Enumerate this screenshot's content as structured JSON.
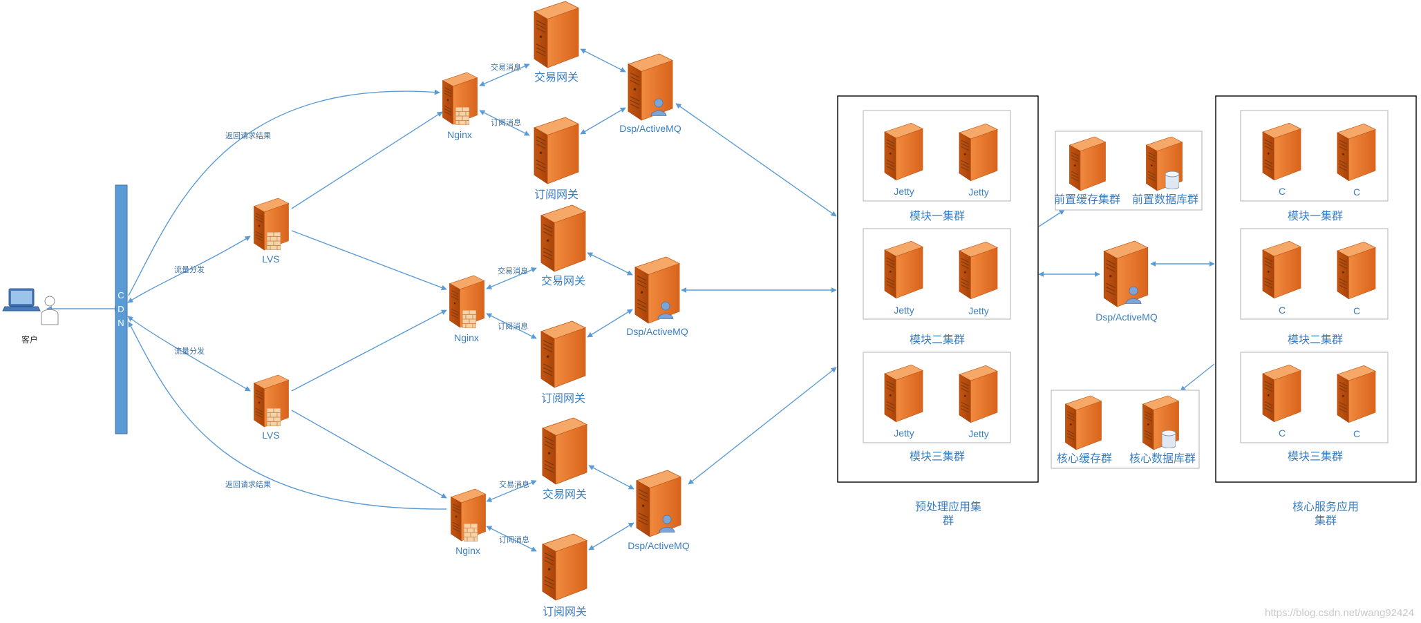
{
  "client": {
    "label": "客户",
    "icon": "laptop-user-icon"
  },
  "cdn": {
    "letters": [
      "C",
      "D",
      "N"
    ],
    "color": "#5b9bd5"
  },
  "edges": {
    "return_result": "返回请求结果",
    "traffic_split": "流量分发",
    "trade_msg": "交易消息",
    "sub_msg": "订阅消息"
  },
  "lvs": [
    "LVS",
    "LVS"
  ],
  "nginx": [
    "Nginx",
    "Nginx",
    "Nginx"
  ],
  "groups": [
    {
      "trade_gateway": "交易网关",
      "sub_gateway": "订阅网关",
      "mq": "Dsp/ActiveMQ"
    },
    {
      "trade_gateway": "交易网关",
      "sub_gateway": "订阅网关",
      "mq": "Dsp/ActiveMQ"
    },
    {
      "trade_gateway": "交易网关",
      "sub_gateway": "订阅网关",
      "mq": "Dsp/ActiveMQ"
    }
  ],
  "preprocess": {
    "title": "预处理应用集群",
    "clusters": [
      {
        "name": "模块一集群",
        "nodes": [
          "Jetty",
          "Jetty"
        ]
      },
      {
        "name": "模块二集群",
        "nodes": [
          "Jetty",
          "Jetty"
        ]
      },
      {
        "name": "模块三集群",
        "nodes": [
          "Jetty",
          "Jetty"
        ]
      }
    ]
  },
  "front_storage": {
    "cache": "前置缓存集群",
    "db": "前置数据库群"
  },
  "middle_mq": "Dsp/ActiveMQ",
  "core_storage": {
    "cache": "核心缓存群",
    "db": "核心数据库群"
  },
  "core": {
    "title": "核心服务应用集群",
    "clusters": [
      {
        "name": "模块一集群",
        "nodes": [
          "C",
          "C"
        ]
      },
      {
        "name": "模块二集群",
        "nodes": [
          "C",
          "C"
        ]
      },
      {
        "name": "模块三集群",
        "nodes": [
          "C",
          "C"
        ]
      }
    ]
  },
  "watermark": "https://blog.csdn.net/wang92424",
  "colors": {
    "server": "#e8772e",
    "arrow": "#5b9bd5",
    "label": "#3a7ec0"
  }
}
